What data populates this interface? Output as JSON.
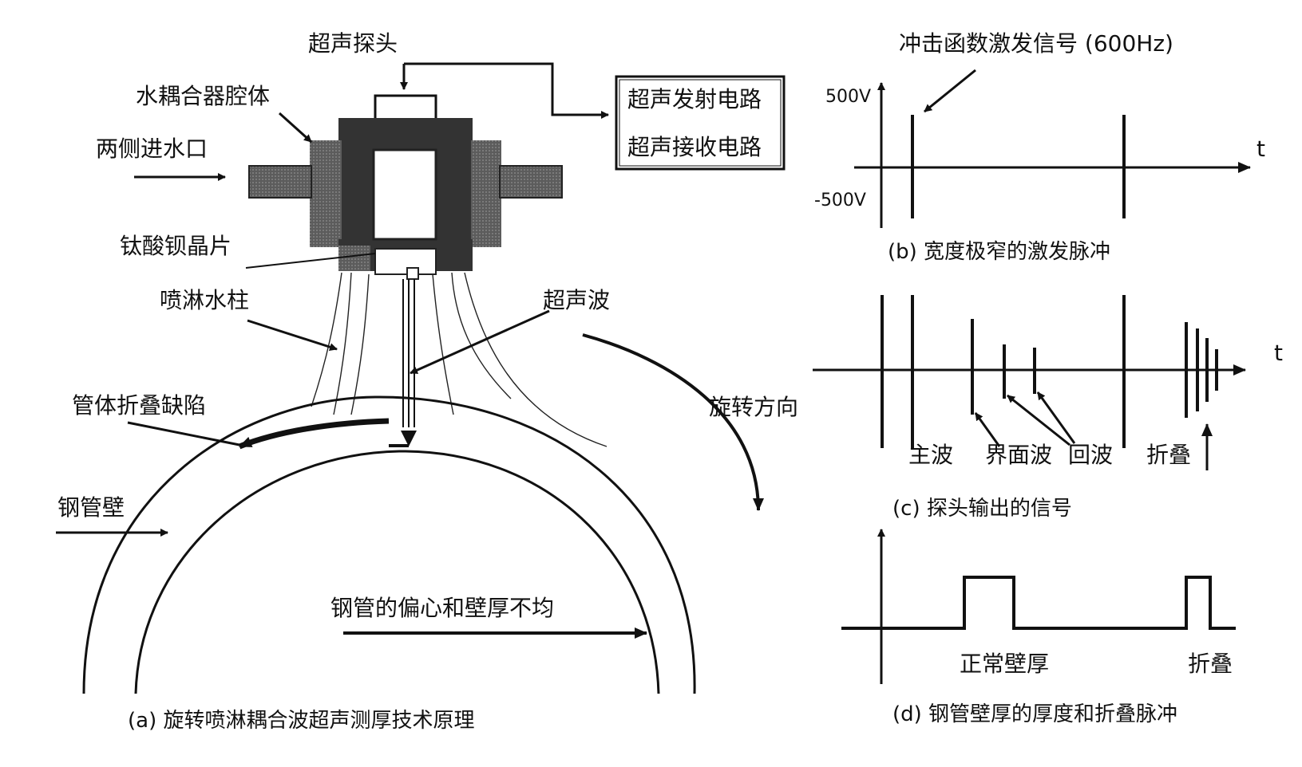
{
  "panel_a": {
    "probe": "超声探头",
    "housing": "水耦合器腔体",
    "inlet": "两侧进水口",
    "crystal": "钛酸钡晶片",
    "spray": "喷淋水柱",
    "wave": "超声波",
    "fold_defect": "管体折叠缺陷",
    "rotation": "旋转方向",
    "pipe_wall": "钢管壁",
    "eccentric": "钢管的偏心和壁厚不均",
    "caption": "(a) 旋转喷淋耦合波超声测厚技术原理"
  },
  "circuit": {
    "transmit": "超声发射电路",
    "receive": "超声接收电路"
  },
  "panel_b": {
    "signal": "冲击函数激发信号 (600Hz)",
    "v_pos": "500V",
    "v_neg": "-500V",
    "axis": "t",
    "caption": "(b) 宽度极窄的激发脉冲"
  },
  "panel_c": {
    "axis": "t",
    "main": "主波",
    "interface": "界面波",
    "echo": "回波",
    "fold": "折叠",
    "caption": "(c) 探头输出的信号"
  },
  "panel_d": {
    "normal": "正常壁厚",
    "fold": "折叠",
    "caption": "(d) 钢管壁厚的厚度和折叠脉冲"
  },
  "colors": {
    "ink": "#111111",
    "dark_fill": "#3a3a3a",
    "hatch_fill": "#6b6b6b"
  }
}
